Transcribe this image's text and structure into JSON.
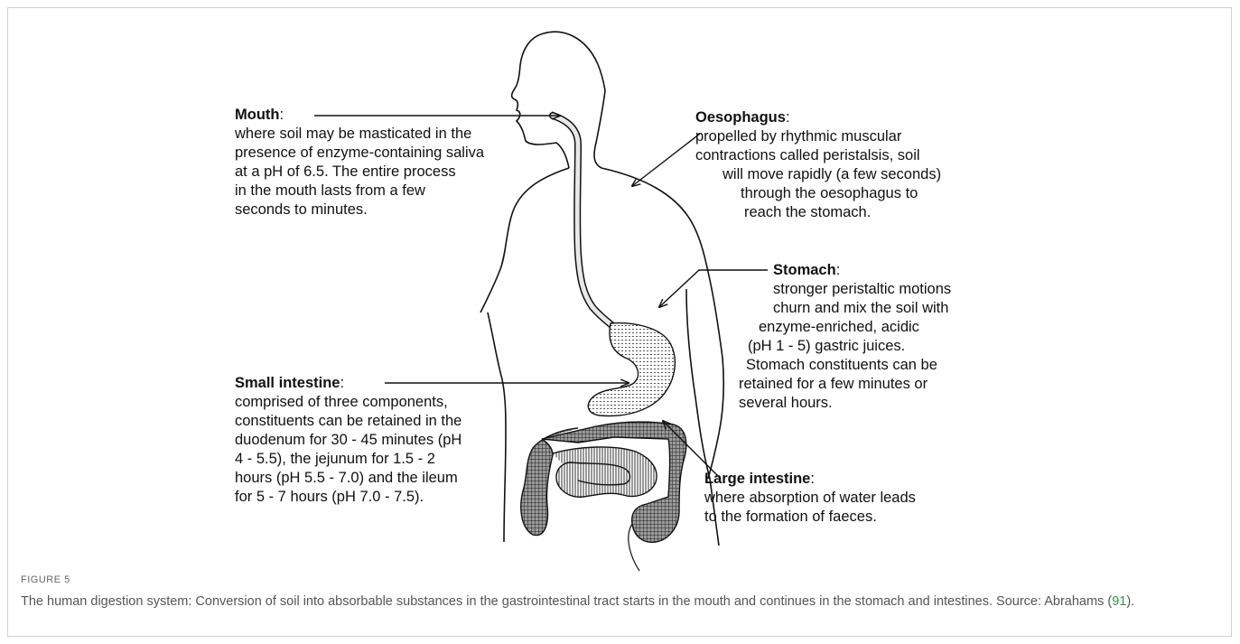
{
  "figure": {
    "number": "FIGURE 5",
    "caption_pre": "The human digestion system: Conversion of soil into absorbable substances in the gastrointestinal tract starts in the mouth and continues in the stomach and intestines. Source: Abrahams (",
    "caption_ref": "91",
    "caption_post": ")."
  },
  "labels": {
    "mouth": {
      "title": "Mouth",
      "lines": [
        "where soil may be masticated in the",
        "presence of enzyme-containing saliva",
        "at a pH of 6.5. The entire process",
        "in the mouth lasts from a few",
        "seconds to minutes."
      ]
    },
    "oesophagus": {
      "title": "Oesophagus",
      "lines": [
        "propelled by rhythmic muscular",
        "contractions called peristalsis, soil",
        "will move rapidly (a few seconds)",
        "through the oesophagus to",
        "reach the stomach."
      ]
    },
    "stomach": {
      "title": "Stomach",
      "lines": [
        "stronger peristaltic motions",
        "churn and mix the soil with",
        "enzyme-enriched, acidic",
        "(pH 1 - 5) gastric juices.",
        "Stomach constituents can be",
        "retained for a few minutes or",
        "several hours."
      ]
    },
    "small_intestine": {
      "title": "Small intestine",
      "lines": [
        "comprised of three components,",
        "constituents can be retained in the",
        "duodenum for 30 - 45 minutes (pH",
        "4 - 5.5), the jejunum for 1.5 - 2",
        "hours (pH 5.5 - 7.0) and the ileum",
        "for 5 - 7 hours (pH 7.0 - 7.5)."
      ]
    },
    "large_intestine": {
      "title": "Large intestine",
      "lines": [
        "where absorption of water leads",
        "to the formation of faeces."
      ]
    }
  }
}
